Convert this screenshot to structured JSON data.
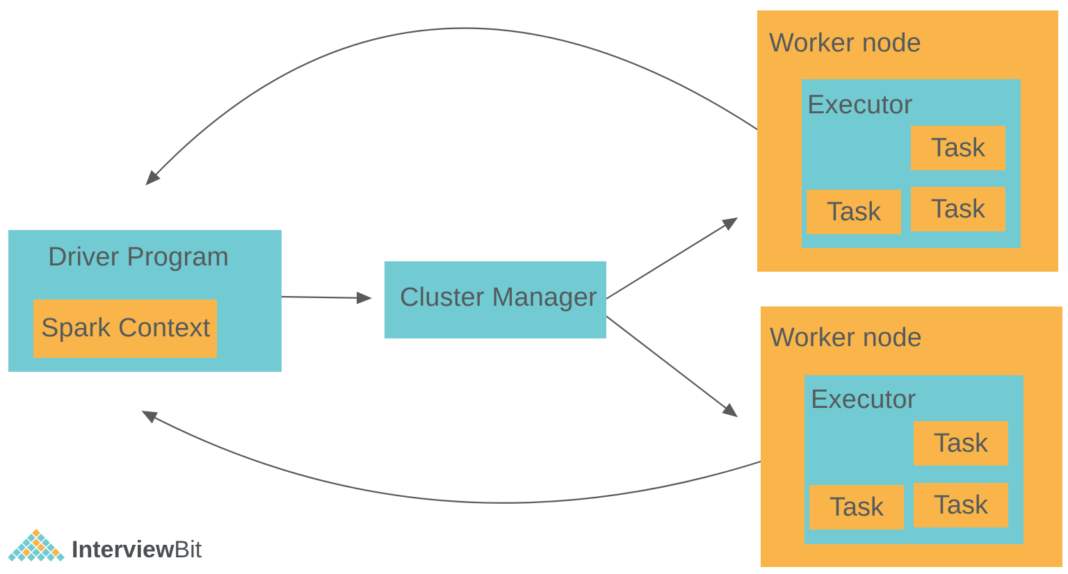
{
  "driver": {
    "title": "Driver Program",
    "context": "Spark Context"
  },
  "cluster_manager": {
    "label": "Cluster Manager"
  },
  "workers": [
    {
      "title": "Worker node",
      "executor": "Executor",
      "tasks": [
        "Task",
        "Task",
        "Task"
      ]
    },
    {
      "title": "Worker node",
      "executor": "Executor",
      "tasks": [
        "Task",
        "Task",
        "Task"
      ]
    }
  ],
  "brand": {
    "name_bold": "Interview",
    "name_light": "Bit"
  },
  "colors": {
    "teal": "#72cbd2",
    "orange": "#f9b54a",
    "arrow": "#5a5a5a",
    "text": "#555a5c"
  }
}
